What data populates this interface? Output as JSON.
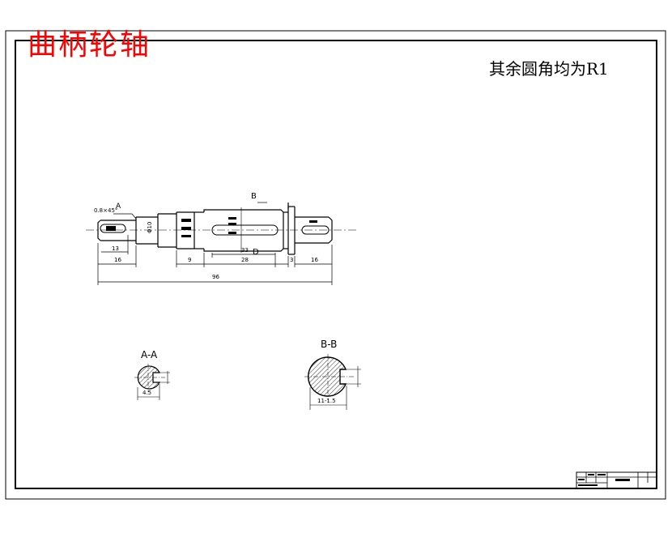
{
  "drawing": {
    "title": "曲柄轮轴",
    "note": "其余圆角均为R1",
    "title_color": "#ff0000"
  },
  "shaft": {
    "chamfer": "0.8×45°",
    "section_mark_a": "A",
    "section_mark_b": "B",
    "section_mark_d": "D",
    "dim_overall": "96",
    "dim_left": "16",
    "dim_left_key": "13",
    "dim_mid_small": "9",
    "dim_center_key": "33",
    "dim_center": "28",
    "dim_shoulder": "3",
    "dim_right": "16",
    "dia_left": "Φ10"
  },
  "sections": {
    "aa_label": "A-A",
    "bb_label": "B-B",
    "aa_dim": "4.5",
    "bb_dim": "11-1.5"
  }
}
